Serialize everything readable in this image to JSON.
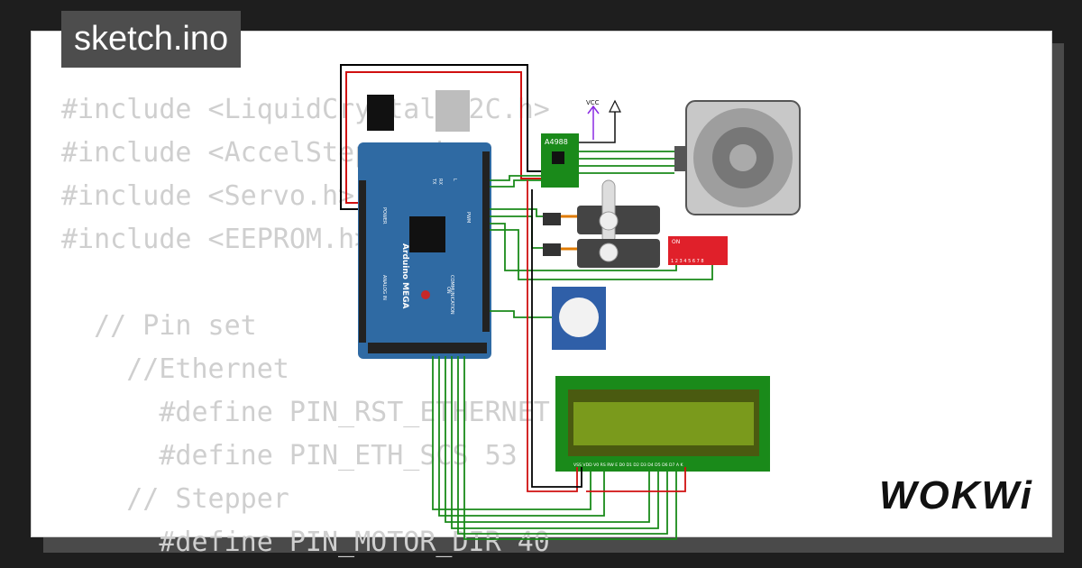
{
  "title": "sketch.ino",
  "logo": "WOKWi",
  "code_lines": [
    "#include <LiquidCrystal_I2C.h>",
    "#include <AccelStepper.h>",
    "#include <Servo.h>",
    "#include <EEPROM.h>",
    "",
    "  // Pin set",
    "    //Ethernet",
    "      #define PIN_RST_ETHERNET 49",
    "      #define PIN_ETH_SCS 53",
    "    // Stepper",
    "      #define PIN_MOTOR_DIR 40"
  ],
  "board": {
    "name": "Arduino MEGA",
    "analog_label": "ANALOG IN",
    "power_label": "POWER",
    "pwm_label": "PWM",
    "comm_label": "COMMUNICATION",
    "on_label": "ON",
    "tx_label": "TX",
    "rx_label": "RX",
    "l_label": "L"
  },
  "driver_label": "A4988",
  "vcc_label": "VCC",
  "dip_label": "ON",
  "dip_numbers": "1 2 3 4 5 6 7 8",
  "lcd_pins_label": "VSS VDD V0 RS RW E D0 D1 D2 D3 D4 D5 D6 D7 A K",
  "colors": {
    "background": "#1e1e1e",
    "card": "#ffffff",
    "board": "#2f6aa3",
    "wire_green": "#1a8a1a",
    "wire_red": "#d01010",
    "wire_black": "#000000",
    "lcd_green": "#1a8a1a",
    "lcd_screen": "#7a9a1c",
    "dip_red": "#e0202a"
  }
}
